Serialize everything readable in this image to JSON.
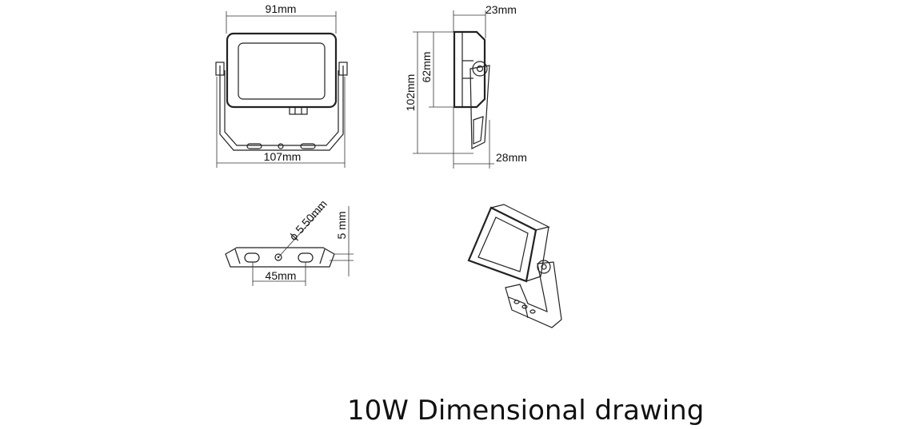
{
  "dimensions": {
    "width_top": "91mm",
    "width_bottom": "107mm",
    "depth_top": "23mm",
    "depth_bottom": "28mm",
    "height_total": "102mm",
    "height_panel": "62mm",
    "hole_diameter": "ϕ 5.50mm",
    "slot_offset": "5 mm",
    "hole_spacing": "45mm"
  },
  "caption": "10W Dimensional drawing"
}
